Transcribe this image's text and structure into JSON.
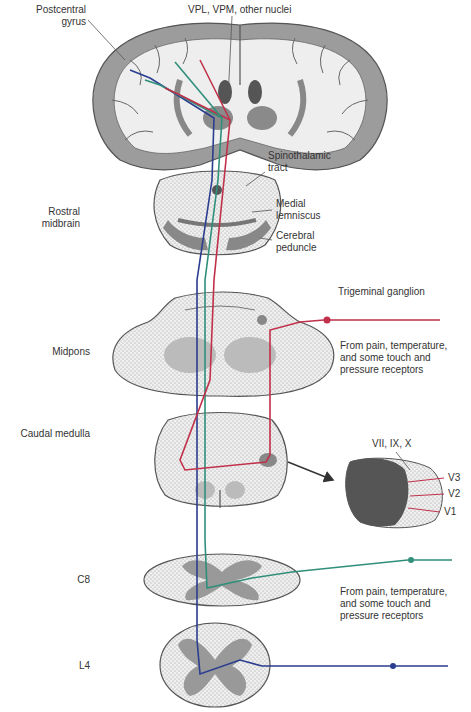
{
  "diagram": {
    "labels": [
      "VPL, VPM, other nuclei",
      "Postcentral gyrus",
      "Spinothalamic tract",
      "Medial lemniscus",
      "Rostral midbrain",
      "Cerebral peduncle",
      "Trigeminal ganglion",
      "Midpons",
      "From pain, temperature, and some touch and pressure receptors",
      "Caudal medulla",
      "VII, IX, X",
      "V3",
      "V2",
      "V1",
      "C8",
      "From pain, temperature, and some touch and pressure receptors",
      "L4"
    ]
  }
}
